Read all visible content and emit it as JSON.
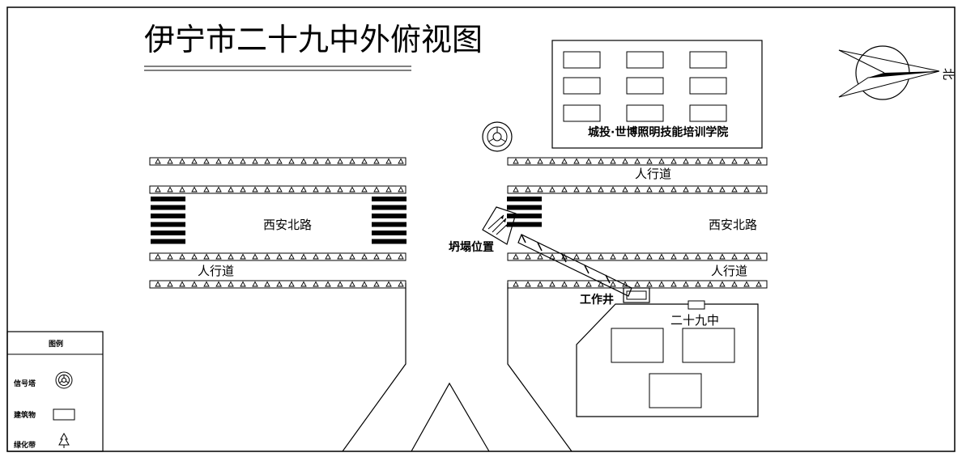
{
  "title": "伊宁市二十九中外俯视图",
  "labels": {
    "school": "城投·世博照明技能培训学院",
    "sidewalk_top_right": "人行道",
    "road_left": "西安北路",
    "road_right": "西安北路",
    "sidewalk_bottom_left": "人行道",
    "sidewalk_bottom_right": "人行道",
    "collapse": "坍塌位置",
    "work_well": "工作井",
    "school29": "二十九中"
  },
  "compass": {
    "north": "北"
  },
  "legend": {
    "title": "图例",
    "items": [
      {
        "label": "信号塔",
        "icon": "signal-tower-icon"
      },
      {
        "label": "建筑物",
        "icon": "building-icon"
      },
      {
        "label": "绿化带",
        "icon": "tree-icon"
      }
    ]
  },
  "colors": {
    "stroke": "#000000",
    "background": "#ffffff"
  }
}
